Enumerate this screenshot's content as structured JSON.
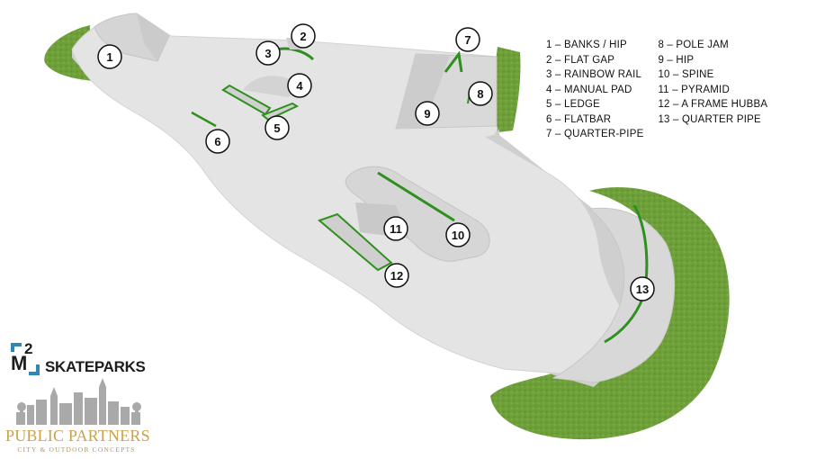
{
  "legend": {
    "column_1": [
      "1 – BANKS / HIP",
      "2 – FLAT GAP",
      "3 – RAINBOW RAIL",
      "4 – MANUAL PAD",
      "5 – LEDGE",
      "6 – FLATBAR",
      "7 – QUARTER-PIPE"
    ],
    "column_2": [
      "8 – POLE JAM",
      "9 – HIP",
      "10 – SPINE",
      "11 – PYRAMID",
      "12 – A FRAME HUBBA",
      "13 – QUARTER PIPE"
    ]
  },
  "markers": [
    "1",
    "2",
    "3",
    "4",
    "5",
    "6",
    "7",
    "8",
    "9",
    "10",
    "11",
    "12",
    "13"
  ],
  "logos": {
    "m2": {
      "number": "2",
      "letter": "M",
      "word": "SKATEPARKS"
    },
    "public_partners": {
      "title": "PUBLIC PARTNERS",
      "tagline": "CITY & OUTDOOR CONCEPTS"
    }
  },
  "colors": {
    "concrete": "#e4e4e4",
    "concrete_shadow": "#c9c9c9",
    "concrete_edge": "#d2d2d2",
    "grass": "#6ea03a",
    "grass_dark": "#4f7f25",
    "feature_green": "#2f8f1f",
    "marker_fill": "#ffffff",
    "marker_stroke": "#111111",
    "m2_blue": "#2f86b8",
    "pp_gold": "#c9a24f",
    "pp_gray": "#a9a9a9"
  }
}
